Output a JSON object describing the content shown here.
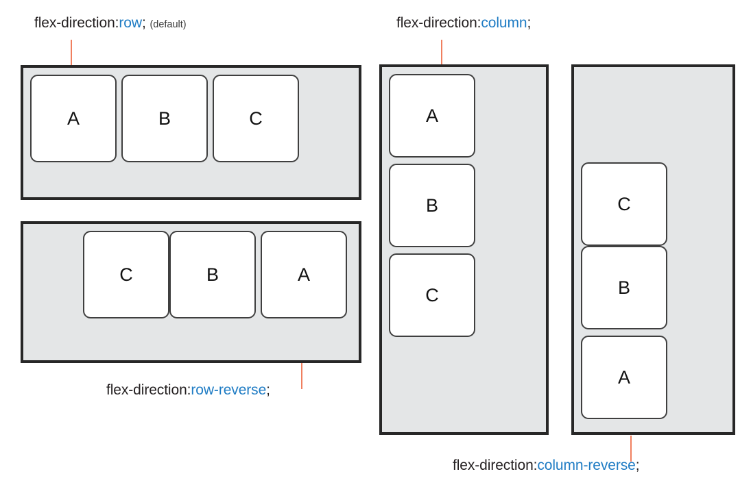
{
  "diagram": {
    "title": "CSS flex-direction illustration",
    "colors": {
      "accent_value": "#1f7cc4",
      "leader_line": "#f07f5f",
      "container_fill": "#e4e6e7",
      "container_border": "#272727",
      "item_fill": "#ffffff",
      "item_border": "#3f3f3f",
      "text": "#231f20",
      "background": "#ffffff"
    },
    "panels": [
      {
        "id": "row",
        "label": {
          "property": "flex-direction:",
          "value": "row",
          "semicolon": ";",
          "note": "(default)"
        },
        "direction": "row",
        "items": [
          "A",
          "B",
          "C"
        ],
        "leader_position": "top"
      },
      {
        "id": "row-reverse",
        "label": {
          "property": "flex-direction:",
          "value": "row-reverse",
          "semicolon": ";",
          "note": ""
        },
        "direction": "row-reverse",
        "items": [
          "A",
          "B",
          "C"
        ],
        "visual_order": [
          "C",
          "B",
          "A"
        ],
        "leader_position": "bottom"
      },
      {
        "id": "column",
        "label": {
          "property": "flex-direction:",
          "value": "column",
          "semicolon": ";",
          "note": ""
        },
        "direction": "column",
        "items": [
          "A",
          "B",
          "C"
        ],
        "leader_position": "top"
      },
      {
        "id": "column-reverse",
        "label": {
          "property": "flex-direction:",
          "value": "column-reverse",
          "semicolon": ";",
          "note": ""
        },
        "direction": "column-reverse",
        "items": [
          "A",
          "B",
          "C"
        ],
        "visual_order": [
          "C",
          "B",
          "A"
        ],
        "leader_position": "bottom"
      }
    ]
  }
}
